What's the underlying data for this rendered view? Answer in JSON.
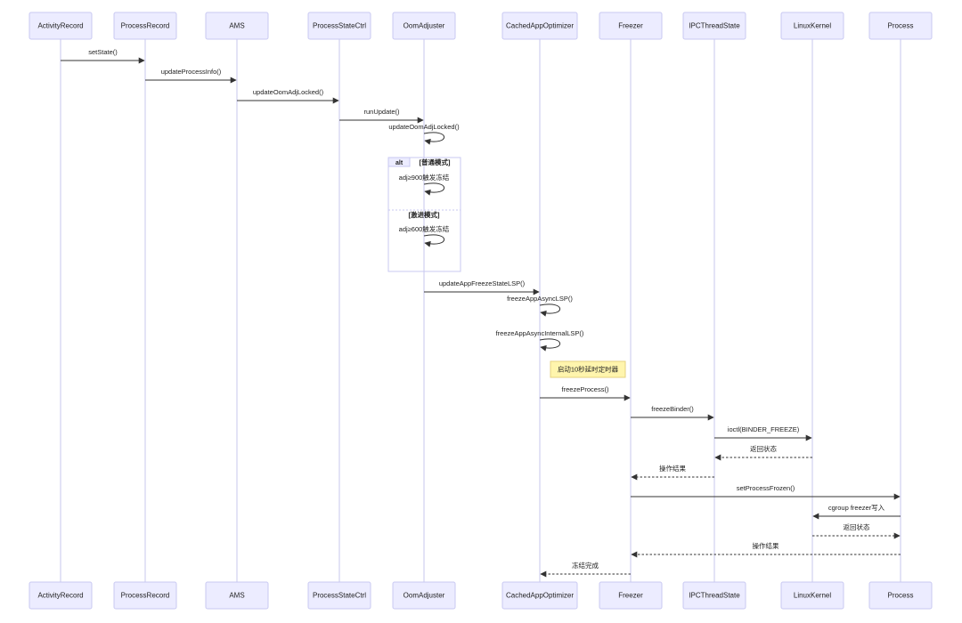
{
  "actors": [
    {
      "id": "activityrecord",
      "label": "ActivityRecord"
    },
    {
      "id": "processrecord",
      "label": "ProcessRecord"
    },
    {
      "id": "ams",
      "label": "AMS"
    },
    {
      "id": "processstatectrl",
      "label": "ProcessStateCtrl"
    },
    {
      "id": "oomadjuster",
      "label": "OomAdjuster"
    },
    {
      "id": "cachedappoptimizer",
      "label": "CachedAppOptimizer"
    },
    {
      "id": "freezer",
      "label": "Freezer"
    },
    {
      "id": "ipcthreadstate",
      "label": "IPCThreadState"
    },
    {
      "id": "linuxkernel",
      "label": "LinuxKernel"
    },
    {
      "id": "process",
      "label": "Process"
    }
  ],
  "messages": [
    {
      "from": 0,
      "to": 1,
      "label": "setState()",
      "style": "solid"
    },
    {
      "from": 1,
      "to": 2,
      "label": "updateProcessInfo()",
      "style": "solid"
    },
    {
      "from": 2,
      "to": 3,
      "label": "updateOomAdjLocked()",
      "style": "solid"
    },
    {
      "from": 3,
      "to": 4,
      "label": "runUpdate()",
      "style": "solid"
    },
    {
      "from": 4,
      "to": 4,
      "label": "updateOomAdjLocked()",
      "style": "self"
    },
    {
      "from": 4,
      "to": 4,
      "label": "adj≥900触发冻结",
      "style": "self"
    },
    {
      "from": 4,
      "to": 4,
      "label": "adj≥600触发冻结",
      "style": "self"
    },
    {
      "from": 4,
      "to": 5,
      "label": "updateAppFreezeStateLSP()",
      "style": "solid"
    },
    {
      "from": 5,
      "to": 5,
      "label": "freezeAppAsyncLSP()",
      "style": "self"
    },
    {
      "from": 5,
      "to": 5,
      "label": "freezeAppAsyncInternalLSP()",
      "style": "self"
    },
    {
      "from": 5,
      "to": 6,
      "label": "freezeProcess()",
      "style": "solid"
    },
    {
      "from": 6,
      "to": 7,
      "label": "freezeBinder()",
      "style": "solid"
    },
    {
      "from": 7,
      "to": 8,
      "label": "ioctl(BINDER_FREEZE)",
      "style": "solid"
    },
    {
      "from": 8,
      "to": 7,
      "label": "返回状态",
      "style": "dashed"
    },
    {
      "from": 7,
      "to": 6,
      "label": "操作结果",
      "style": "dashed"
    },
    {
      "from": 6,
      "to": 9,
      "label": "setProcessFrozen()",
      "style": "solid"
    },
    {
      "from": 9,
      "to": 8,
      "label": "cgroup freezer写入",
      "style": "solid"
    },
    {
      "from": 8,
      "to": 9,
      "label": "返回状态",
      "style": "dashed"
    },
    {
      "from": 9,
      "to": 6,
      "label": "操作结果",
      "style": "dashed"
    },
    {
      "from": 6,
      "to": 5,
      "label": "冻结完成",
      "style": "dashed"
    }
  ],
  "fragment": {
    "type": "alt",
    "sections": [
      {
        "condition": "[普通模式]"
      },
      {
        "condition": "[激进模式]"
      }
    ]
  },
  "notes": [
    {
      "text": "启动10秒延时定时器"
    }
  ],
  "colors": {
    "actor_fill": "#ececff",
    "actor_border": "#c9c9f2",
    "lifeline": "#c7c7ee",
    "note_fill": "#fff5ad",
    "note_border": "#e6d280",
    "line": "#333333"
  }
}
